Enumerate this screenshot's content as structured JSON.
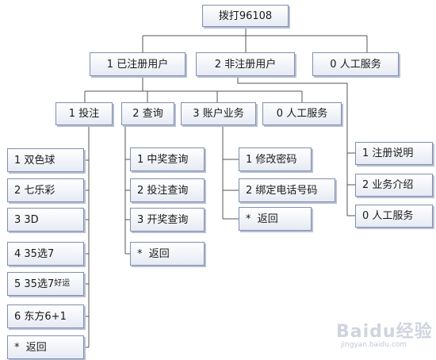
{
  "root": "拨打96108",
  "level1": {
    "registered": "1 已注册用户",
    "unregistered": "2 非注册用户",
    "human": "0 人工服务"
  },
  "registered_menu": {
    "bet": "1 投注",
    "query": "2 查询",
    "account": "3 账户业务",
    "human": "0 人工服务"
  },
  "bet_items": [
    "1 双色球",
    "2 七乐彩",
    "3 3D",
    "4 35选7",
    "5 35选7",
    "6 东方6+1",
    "*  返回"
  ],
  "bet_item5_suffix": "好运",
  "query_items": [
    "1 中奖查询",
    "2 投注查询",
    "3 开奖查询",
    "*  返回"
  ],
  "account_items": [
    "1 修改密码",
    "2 绑定电话号码",
    "*  返回"
  ],
  "unregistered_items": [
    "1 注册说明",
    "2 业务介绍",
    "0 人工服务"
  ],
  "watermark": "Baidu经验",
  "watermark_url": "jingyan.baidu.com"
}
